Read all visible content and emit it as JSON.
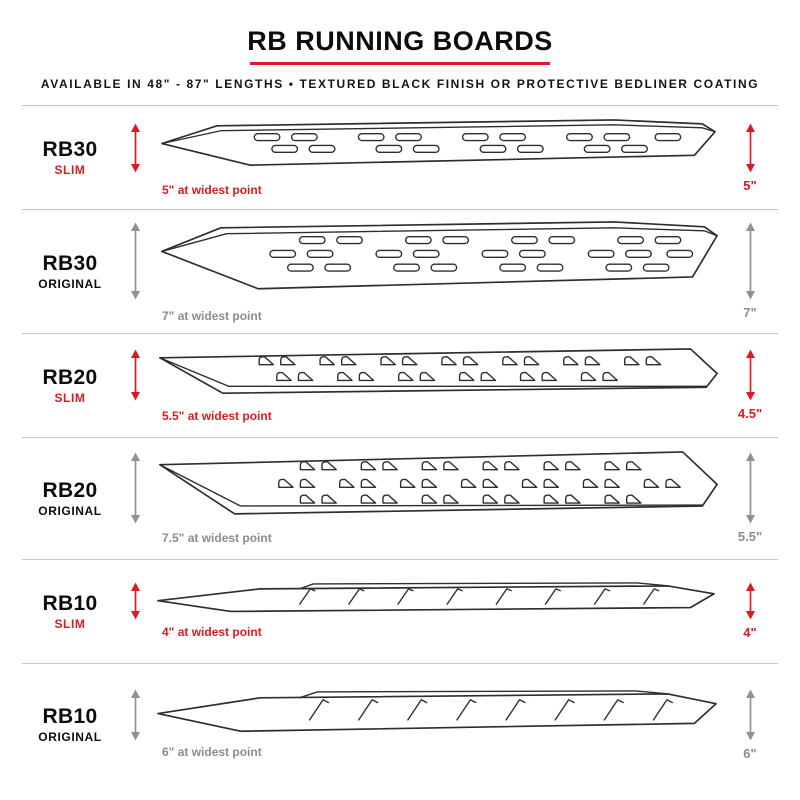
{
  "header": {
    "title": "RB RUNNING BOARDS",
    "subtitle": "AVAILABLE IN 48\" - 87\" LENGTHS  •  TEXTURED BLACK FINISH OR PROTECTIVE BEDLINER COATING"
  },
  "colors": {
    "accent": "#db1a21",
    "gray": "#919191",
    "dark": "#111111",
    "divider": "#c9c9c9"
  },
  "rows": [
    {
      "model": "RB30",
      "variant": "SLIM",
      "style": "slim",
      "width_label": "5\" at widest point",
      "height_label": "5\""
    },
    {
      "model": "RB30",
      "variant": "ORIGINAL",
      "style": "original",
      "width_label": "7\" at widest point",
      "height_label": "7\""
    },
    {
      "model": "RB20",
      "variant": "SLIM",
      "style": "slim",
      "width_label": "5.5\" at widest point",
      "height_label": "4.5\""
    },
    {
      "model": "RB20",
      "variant": "ORIGINAL",
      "style": "original",
      "width_label": "7.5\" at widest point",
      "height_label": "5.5\""
    },
    {
      "model": "RB10",
      "variant": "SLIM",
      "style": "slim",
      "width_label": "4\" at widest point",
      "height_label": "4\""
    },
    {
      "model": "RB10",
      "variant": "ORIGINAL",
      "style": "original",
      "width_label": "6\" at widest point",
      "height_label": "6\""
    }
  ]
}
